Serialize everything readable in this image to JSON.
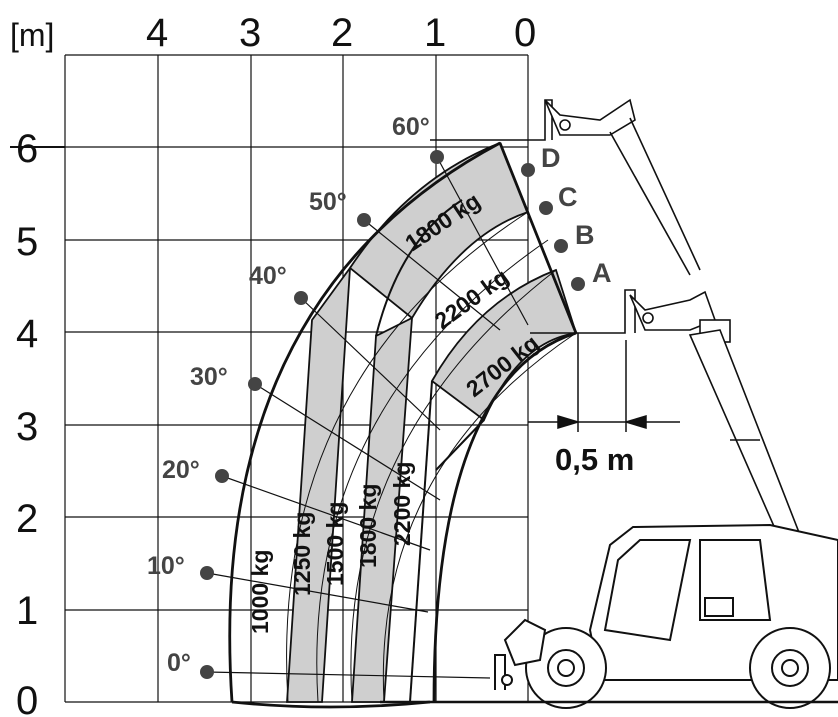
{
  "unit_label": "[m]",
  "x_ticks": [
    "4",
    "3",
    "2",
    "1",
    "0"
  ],
  "y_ticks": [
    "6",
    "5",
    "4",
    "3",
    "2",
    "1",
    "0"
  ],
  "angles": [
    "60°",
    "50°",
    "40°",
    "30°",
    "20°",
    "10°",
    "0°"
  ],
  "positions": [
    "D",
    "C",
    "B",
    "A"
  ],
  "loads": {
    "top_1800": "1800 kg",
    "top_2200": "2200 kg",
    "top_2700": "2700 kg",
    "v_1000": "1000 kg",
    "v_1250": "1250 kg",
    "v_1500": "1500 kg",
    "v_1800": "1800 kg",
    "v_2200": "2200 kg"
  },
  "dimension_label": "0,5 m",
  "colors": {
    "band_fill": "#cfcfcf",
    "line": "#111111",
    "label_grey": "#444444"
  }
}
